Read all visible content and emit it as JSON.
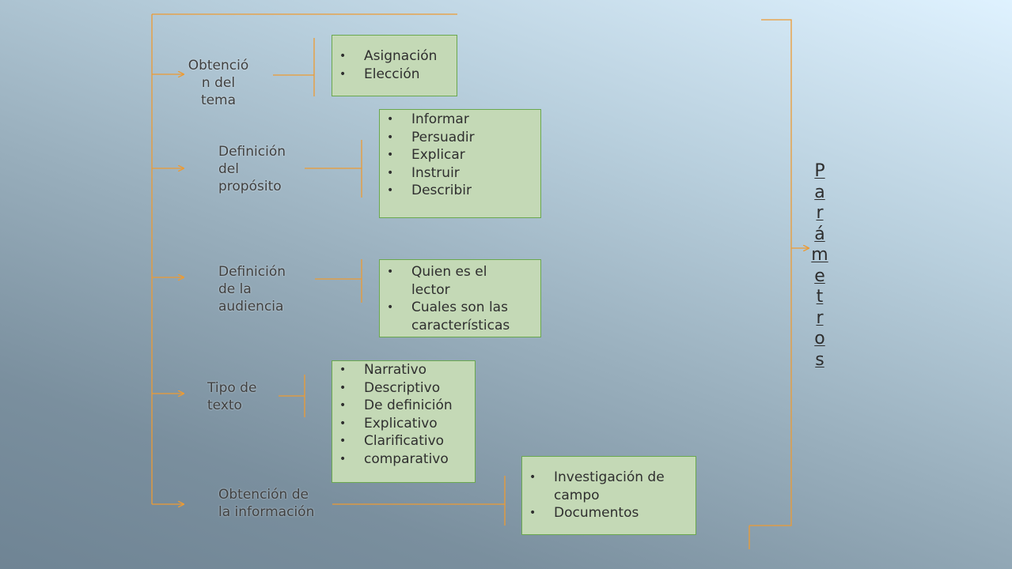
{
  "diagram": {
    "line_color": "#ed9b33",
    "box_fill": "#c4d9b6",
    "box_border": "#6aa84f",
    "vertical_title": [
      "P",
      "a",
      "r",
      "á",
      "m",
      "e",
      "t",
      "r",
      "o",
      "s"
    ],
    "items": [
      {
        "label": "Obtenció\nn del\ntema",
        "bullets": [
          "Asignación",
          "Elección"
        ]
      },
      {
        "label": "Definición\ndel\npropósito",
        "bullets": [
          "Informar",
          "Persuadir",
          "Explicar",
          "Instruir",
          "Describir"
        ]
      },
      {
        "label": "Definición\nde la\naudiencia",
        "bullets": [
          "Quien es el\nlector",
          "Cuales son las\ncaracterísticas"
        ]
      },
      {
        "label": "Tipo de\ntexto",
        "bullets": [
          "Narrativo",
          "Descriptivo",
          "De definición",
          "Explicativo",
          "Clarificativo",
          "comparativo"
        ]
      },
      {
        "label": "Obtención de\nla información",
        "bullets": [
          "Investigación de\ncampo",
          "Documentos"
        ]
      }
    ]
  }
}
